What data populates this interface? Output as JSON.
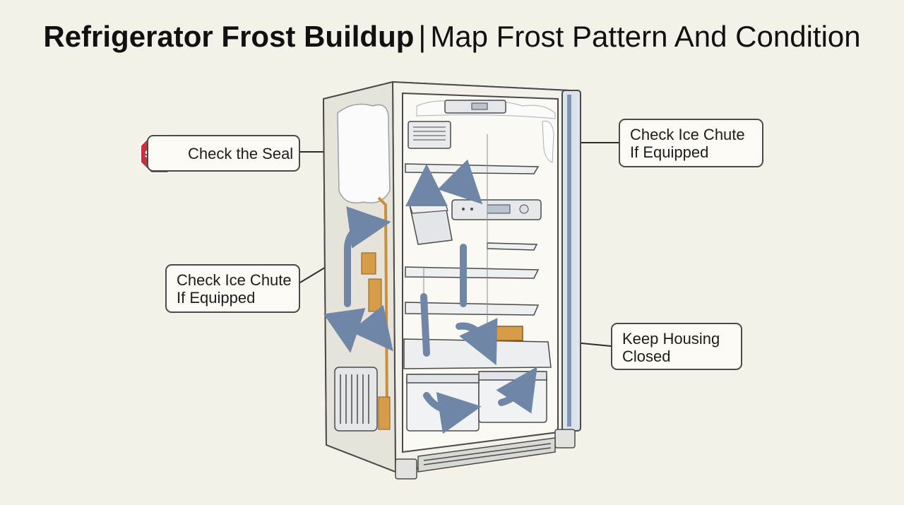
{
  "title": {
    "bold": "Refrigerator Frost Buildup",
    "separator": "|",
    "rest": "Map Frost Pattern And Condition"
  },
  "stop_sign": {
    "text": "STOP",
    "color": "#c8323a"
  },
  "callouts": {
    "check_seal": {
      "lines": [
        "Check the Seal"
      ]
    },
    "ice_chute_right": {
      "lines": [
        "Check Ice Chute",
        "If Equipped"
      ]
    },
    "ice_chute_left": {
      "lines": [
        "Check Ice Chute",
        "If Equipped"
      ]
    },
    "keep_housing": {
      "lines": [
        "Keep Housing",
        "Closed"
      ]
    }
  },
  "colors": {
    "background": "#f4f1e8",
    "outline": "#4a4a4a",
    "airflow_arrow": "#6f86a6",
    "drain_line": "#c99040",
    "door_gasket": "#7f95b4",
    "stop_red": "#c8323a"
  },
  "illustration": {
    "name": "refrigerator-cutaway",
    "icons": [
      "stop-sign-icon",
      "airflow-arrow-icon",
      "evaporator-coil-icon",
      "control-panel-icon",
      "ice-chute-icon",
      "drawer-icon",
      "vent-grille-icon",
      "frost-deposit-icon"
    ]
  }
}
